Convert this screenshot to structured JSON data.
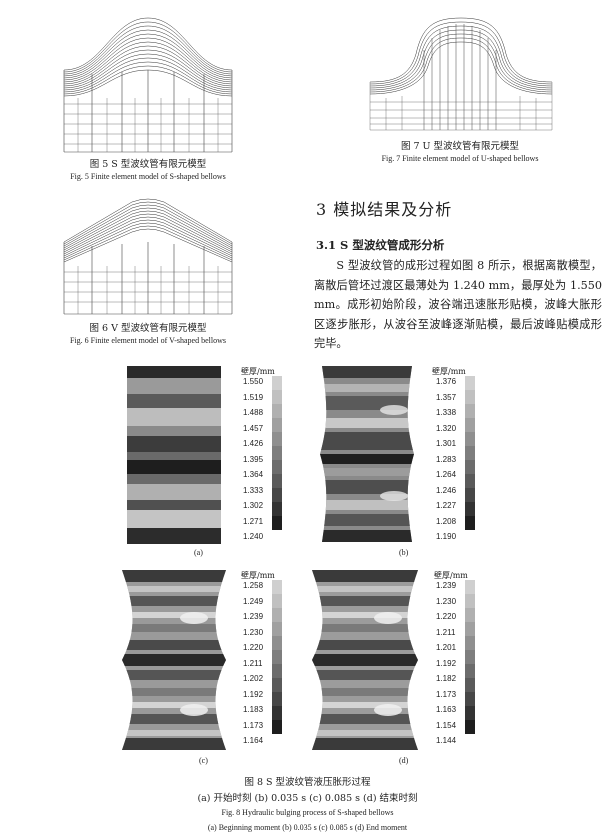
{
  "figures": {
    "fig5": {
      "caption_cn": "图 5   S 型波纹管有限元模型",
      "caption_en": "Fig. 5    Finite element model of S-shaped bellows"
    },
    "fig6": {
      "caption_cn": "图 6   V 型波纹管有限元模型",
      "caption_en": "Fig. 6    Finite element model of V-shaped bellows"
    },
    "fig7": {
      "caption_cn": "图 7   U 型波纹管有限元模型",
      "caption_en": "Fig. 7    Finite element model of U-shaped bellows"
    },
    "fig8": {
      "caption_cn": "图 8   S 型波纹管液压胀形过程",
      "subcaption_cn": "(a)  开始时刻     (b) 0.035 s     (c) 0.085 s     (d)  结束时刻",
      "caption_en": "Fig. 8    Hydraulic bulging process of S-shaped bellows",
      "subcaption_en": "(a)  Beginning moment      (b) 0.035 s      (c) 0.085 s      (d) End moment",
      "panels": [
        {
          "label": "(a)",
          "legend_title": "壁厚/mm",
          "values": [
            "1.550",
            "1.519",
            "1.488",
            "1.457",
            "1.426",
            "1.395",
            "1.364",
            "1.333",
            "1.302",
            "1.271",
            "1.240"
          ]
        },
        {
          "label": "(b)",
          "legend_title": "壁厚/mm",
          "values": [
            "1.376",
            "1.357",
            "1.338",
            "1.320",
            "1.301",
            "1.283",
            "1.264",
            "1.246",
            "1.227",
            "1.208",
            "1.190"
          ]
        },
        {
          "label": "(c)",
          "legend_title": "壁厚/mm",
          "values": [
            "1.258",
            "1.249",
            "1.239",
            "1.230",
            "1.220",
            "1.211",
            "1.202",
            "1.192",
            "1.183",
            "1.173",
            "1.164"
          ]
        },
        {
          "label": "(d)",
          "legend_title": "壁厚/mm",
          "values": [
            "1.239",
            "1.230",
            "1.220",
            "1.211",
            "1.201",
            "1.192",
            "1.182",
            "1.173",
            "1.163",
            "1.154",
            "1.144"
          ]
        }
      ]
    }
  },
  "section": {
    "number_title": "3   模拟结果及分析"
  },
  "subsection": {
    "title": "3.1   S 型波纹管成形分析"
  },
  "paragraph": "S 型波纹管的成形过程如图 8 所示，根据离散模型，离散后管坯过渡区最薄处为 1.240 mm，最厚处为 1.550 mm。成形初始阶段，波谷端迅速胀形贴模，波峰大胀形区逐步胀形，从波谷至波峰逐渐贴模，最后波峰贴模成形完毕。"
}
